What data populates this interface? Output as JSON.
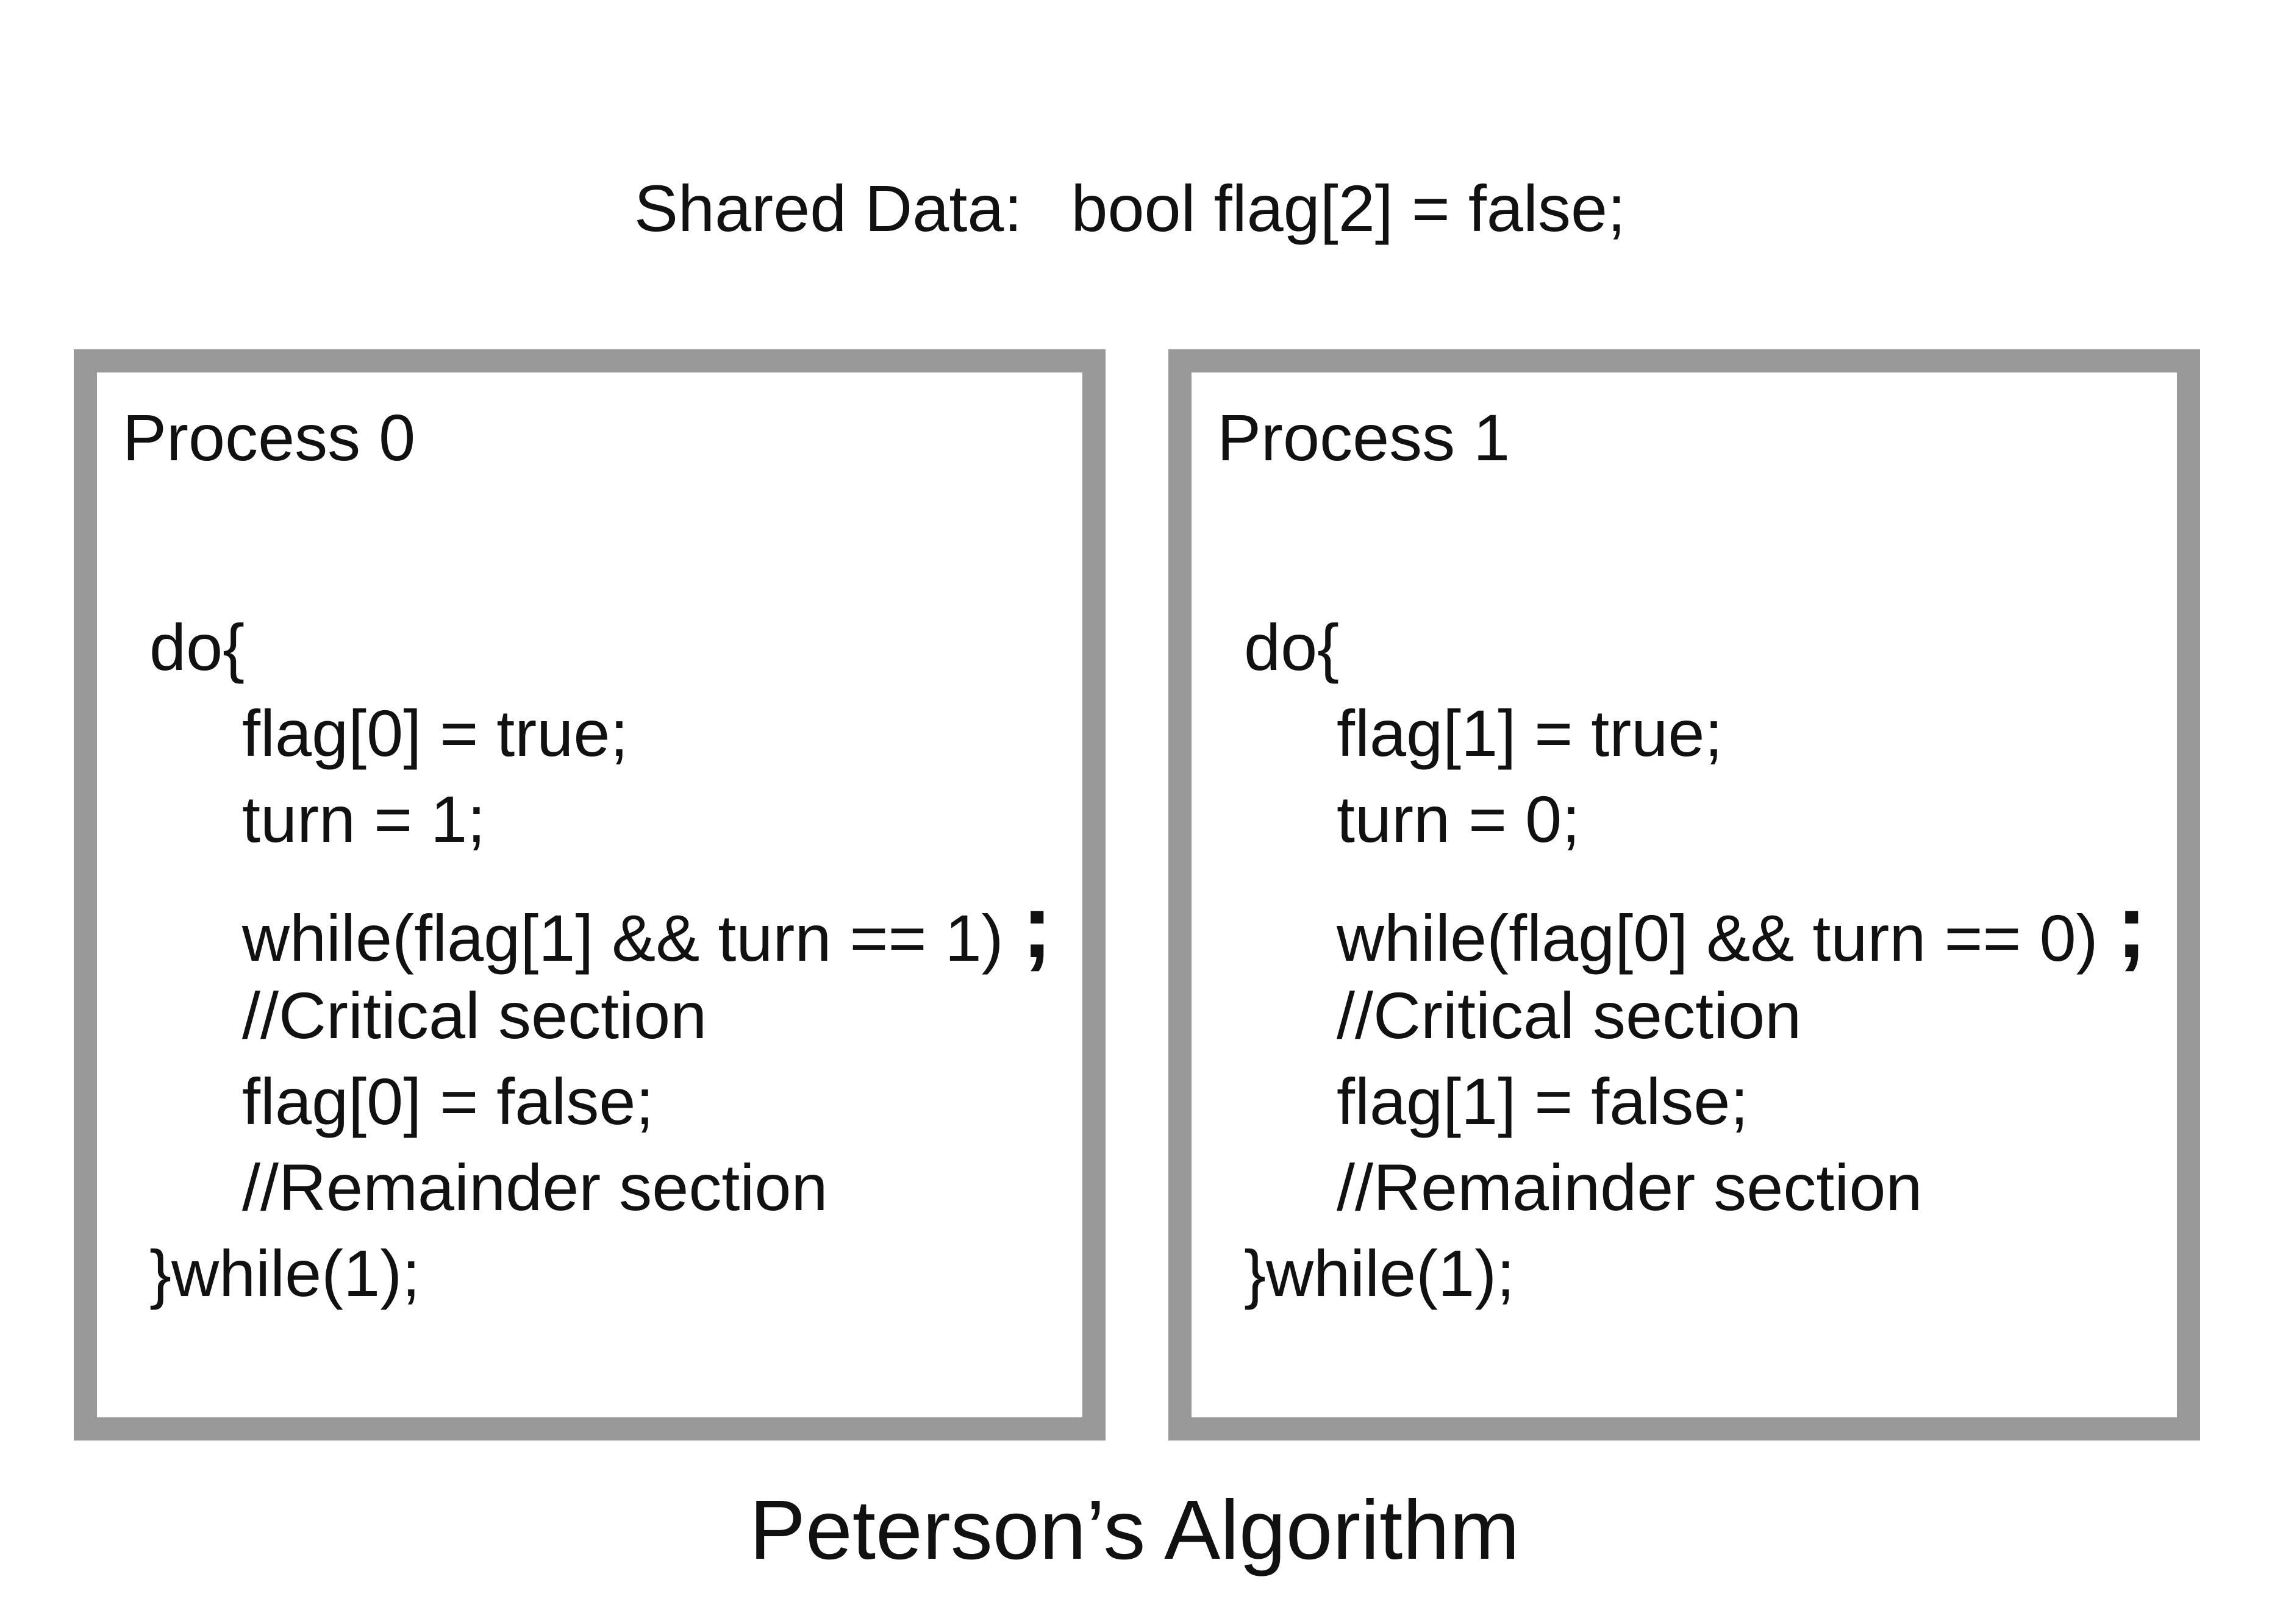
{
  "shared": {
    "label": "Shared Data:",
    "code": "bool flag[2] = false;"
  },
  "process0": {
    "title": "Process 0",
    "lines": [
      "do{",
      "flag[0] = true;",
      "turn = 1;",
      "while(flag[1] && turn == 1)",
      "//Critical section",
      "flag[0] = false;",
      "//Remainder section",
      "}while(1);"
    ],
    "while_terminator": ";"
  },
  "process1": {
    "title": "Process 1",
    "lines": [
      "do{",
      "flag[1] = true;",
      "turn = 0;",
      "while(flag[0] && turn == 0)",
      "//Critical section",
      "flag[1] = false;",
      "//Remainder section",
      "}while(1);"
    ],
    "while_terminator": ";"
  },
  "caption": "Peterson’s Algorithm",
  "colors": {
    "box_border": "#999999",
    "text": "#111111",
    "background": "#ffffff"
  }
}
